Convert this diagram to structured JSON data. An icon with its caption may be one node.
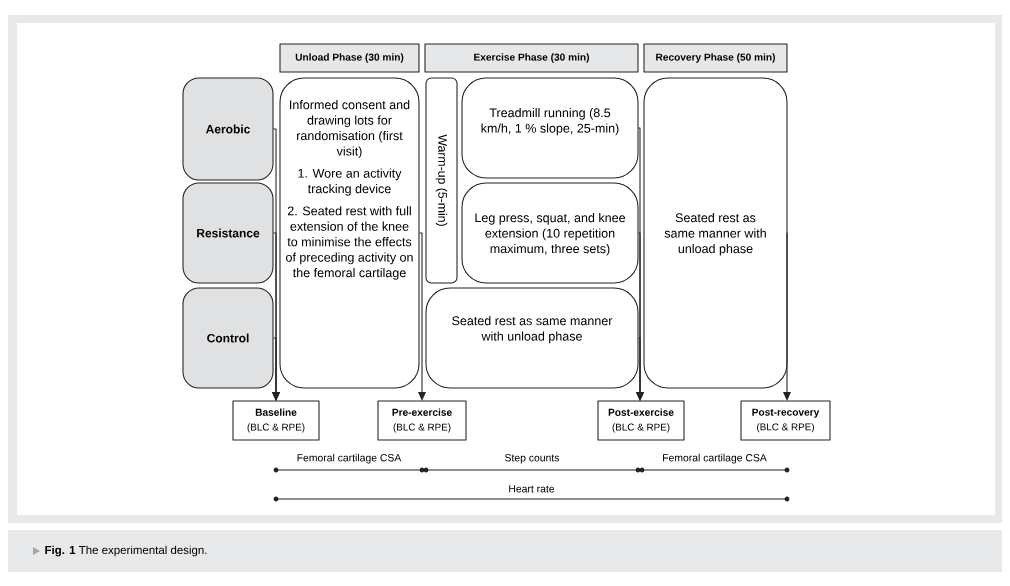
{
  "diagram": {
    "caption": "**Fig. 1** The experimental design.",
    "nodes": [
      {
        "text": [
          "Unload Phase (30 min)"
        ]
      },
      {
        "text": [
          "Exercise Phase (30 min)"
        ]
      },
      {
        "text": [
          "Recovery Phase (50 min)"
        ]
      },
      {
        "text": [
          "Aerobic"
        ]
      },
      {
        "text": [
          "Resistance"
        ]
      },
      {
        "text": [
          "Control"
        ]
      },
      {
        "text": [
          "Informed consent and drawing lots for randomisation (first visit)",
          "1. Wore an activity tracking device",
          "2. Seated rest with full extension of the knee to minimise the effects of preceding activity on the femoral cartilage"
        ]
      },
      {
        "text": [
          "Warm-up (5-min)"
        ]
      },
      {
        "text": [
          "Treadmill running (8.5 km/h, 1 % slope, 25-min)"
        ]
      },
      {
        "text": [
          "Leg press, squat, and knee extension (10 repetition maximum, three sets)"
        ]
      },
      {
        "text": [
          "Seated rest as same manner with unload phase"
        ]
      },
      {
        "text": [
          "Seated rest as same manner with unload phase"
        ]
      },
      {
        "text": [
          "Baseline",
          "(BLC & RPE)"
        ]
      },
      {
        "text": [
          "Pre-exercise",
          "(BLC & RPE)"
        ]
      },
      {
        "text": [
          "Post-exercise",
          "(BLC & RPE)"
        ]
      },
      {
        "text": [
          "Post-recovery",
          "(BLC & RPE)"
        ]
      }
    ],
    "edges": [
      {
        "from": 3,
        "to": 12,
        "arrow": "to"
      },
      {
        "from": 4,
        "to": 12,
        "arrow": "to"
      },
      {
        "from": 5,
        "to": 12,
        "arrow": "to"
      },
      {
        "from": 6,
        "to": 13,
        "arrow": "to"
      },
      {
        "from": 8,
        "to": 14,
        "arrow": "to"
      },
      {
        "from": 9,
        "to": 14,
        "arrow": "to"
      },
      {
        "from": 10,
        "to": 14,
        "arrow": "to"
      },
      {
        "from": 11,
        "to": 15,
        "arrow": "to"
      }
    ],
    "labels": [
      "Femoral cartilage CSA",
      "Step counts",
      "Femoral cartilage CSA",
      "Heart rate"
    ]
  }
}
